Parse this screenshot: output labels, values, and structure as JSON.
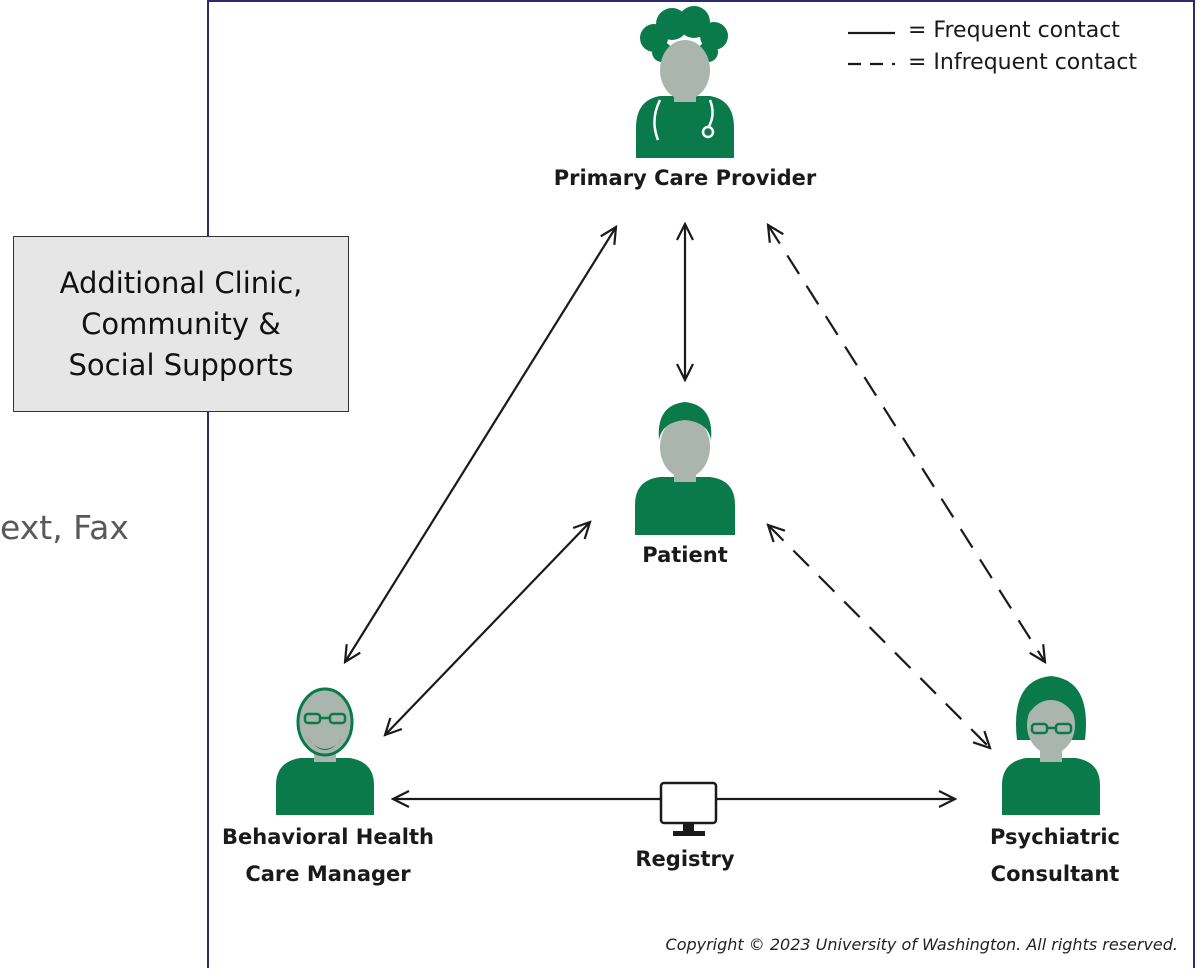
{
  "background_text": "ext, Fax",
  "supports_box": {
    "text": "Additional Clinic,\nCommunity &\nSocial Supports"
  },
  "legend": {
    "frequent": "= Frequent contact",
    "infrequent": "= Infrequent contact"
  },
  "nodes": {
    "pcp": "Primary Care Provider",
    "patient": "Patient",
    "bhcm_line1": "Behavioral Health",
    "bhcm_line2": "Care Manager",
    "psych_line1": "Psychiatric",
    "psych_line2": "Consultant",
    "registry": "Registry"
  },
  "copyright": "Copyright © 2023 University of Washington. All rights reserved.",
  "colors": {
    "accent": "#0b7a4b",
    "skin": "#aab5ad",
    "frame": "#2e2a72"
  }
}
